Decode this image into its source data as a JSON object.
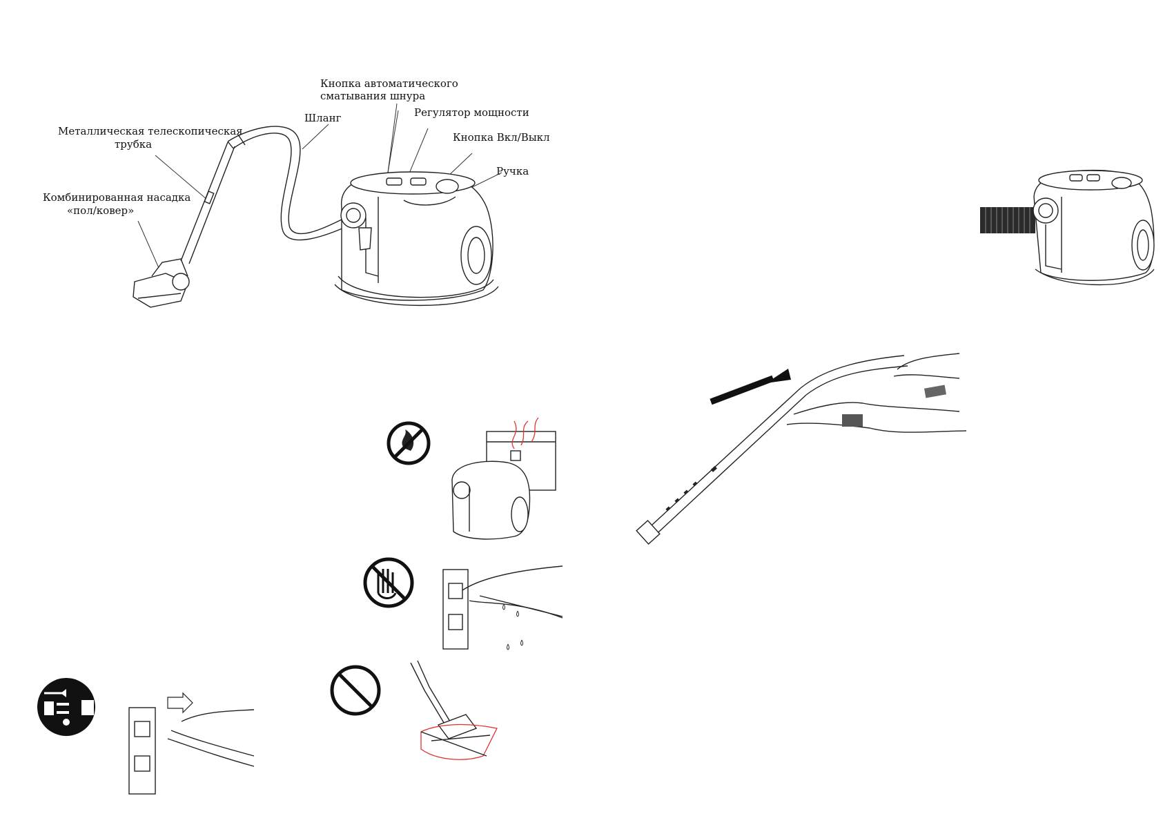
{
  "page": {
    "labels": {
      "cord_rewind": "Кнопка автоматического сматывания шнура",
      "power_regulator": "Регулятор мощности",
      "hose": "Шланг",
      "on_off": "Кнопка Вкл/Выкл",
      "tube_line1": "Металлическая телескопическая",
      "tube_line2": "трубка",
      "nozzle_line1": "Комбинированная насадка",
      "nozzle_line2": "«пол/ковер»",
      "handle": "Ручка"
    }
  },
  "colors": {
    "line": "#222222",
    "warning_red": "#e03030",
    "hose_dark": "#2a2a2a"
  },
  "icons": [
    "no-fire-icon",
    "no-wet-hands-icon",
    "unplug-icon",
    "prohibited-icon",
    "push-arrow-icon"
  ]
}
